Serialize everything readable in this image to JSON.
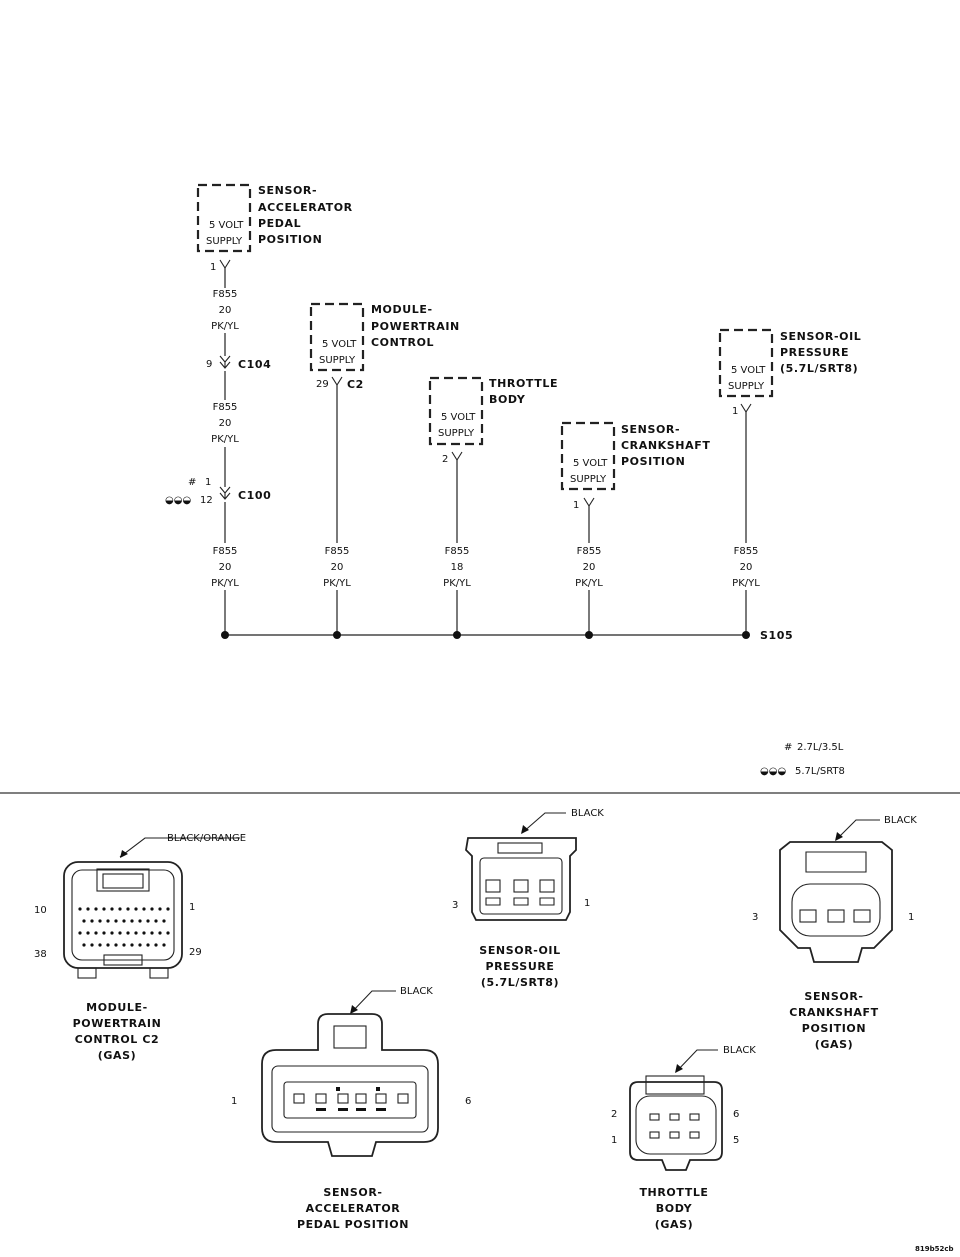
{
  "schematic": {
    "components": {
      "accel_pedal": {
        "name": [
          "SENSOR-",
          "ACCELERATOR",
          "PEDAL",
          "POSITION"
        ],
        "supply": [
          "5 VOLT",
          "SUPPLY"
        ],
        "pin": "1"
      },
      "pcm": {
        "name": [
          "MODULE-",
          "POWERTRAIN",
          "CONTROL"
        ],
        "supply": [
          "5 VOLT",
          "SUPPLY"
        ],
        "pin": "29",
        "connector": "C2"
      },
      "throttle": {
        "name": [
          "THROTTLE",
          "BODY"
        ],
        "supply": [
          "5 VOLT",
          "SUPPLY"
        ],
        "pin": "2"
      },
      "crank": {
        "name": [
          "SENSOR-",
          "CRANKSHAFT",
          "POSITION"
        ],
        "supply": [
          "5 VOLT",
          "SUPPLY"
        ],
        "pin": "1"
      },
      "oil": {
        "name": [
          "SENSOR-OIL",
          "PRESSURE",
          "(5.7L/SRT8)"
        ],
        "supply": [
          "5 VOLT",
          "SUPPLY"
        ],
        "pin": "1"
      }
    },
    "wires": {
      "w1": [
        "F855",
        "20",
        "PK/YL"
      ],
      "w2": [
        "F855",
        "20",
        "PK/YL"
      ],
      "w3": [
        "F855",
        "20",
        "PK/YL"
      ],
      "w4": [
        "F855",
        "20",
        "PK/YL"
      ],
      "w5": [
        "F855",
        "18",
        "PK/YL"
      ],
      "w6": [
        "F855",
        "20",
        "PK/YL"
      ],
      "w7": [
        "F855",
        "20",
        "PK/YL"
      ]
    },
    "inline": {
      "c104": {
        "pin": "9",
        "label": "C104"
      },
      "c100": {
        "pin_a": "1",
        "pin_b": "12",
        "symbol_a": "#",
        "symbol_b": "◒◒◒",
        "label": "C100"
      }
    },
    "splice": "S105",
    "legend": [
      {
        "symbol": "#",
        "text": "2.7L/3.5L"
      },
      {
        "symbol": "◒◒◒",
        "text": "5.7L/SRT8"
      }
    ]
  },
  "connectors": {
    "pcm_c2": {
      "color": "BLACK/ORANGE",
      "name": [
        "MODULE-",
        "POWERTRAIN",
        "CONTROL C2",
        "(GAS)"
      ],
      "pins": [
        "10",
        "1",
        "38",
        "29"
      ]
    },
    "oil": {
      "color": "BLACK",
      "name": [
        "SENSOR-OIL",
        "PRESSURE",
        "(5.7L/SRT8)"
      ],
      "pins": [
        "3",
        "1"
      ]
    },
    "crank": {
      "color": "BLACK",
      "name": [
        "SENSOR-",
        "CRANKSHAFT",
        "POSITION",
        "(GAS)"
      ],
      "pins": [
        "3",
        "1"
      ]
    },
    "app": {
      "color": "BLACK",
      "name": [
        "SENSOR-",
        "ACCELERATOR",
        "PEDAL POSITION"
      ],
      "pins": [
        "1",
        "6"
      ]
    },
    "throttle": {
      "color": "BLACK",
      "name": [
        "THROTTLE",
        "BODY",
        "(GAS)"
      ],
      "pins": [
        "2",
        "6",
        "1",
        "5"
      ]
    }
  },
  "figure_id": "819b52cb"
}
